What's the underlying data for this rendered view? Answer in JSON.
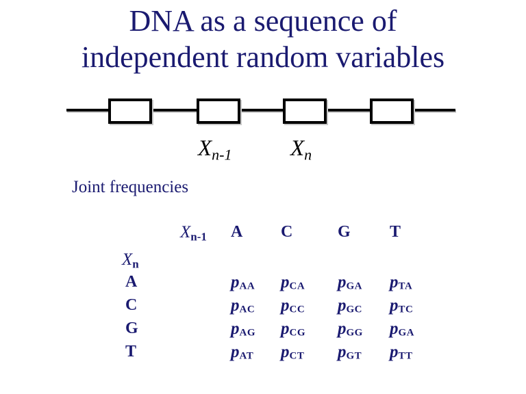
{
  "slide": {
    "title_line1": "DNA as a sequence of",
    "title_line2": "independent random variables",
    "section_heading": "Joint frequencies"
  },
  "diagram": {
    "label_prev": {
      "base": "X",
      "sub": "n-1"
    },
    "label_curr": {
      "base": "X",
      "sub": "n"
    }
  },
  "table": {
    "corner_col_label": {
      "base": "X",
      "sub": "n-1"
    },
    "corner_row_label": {
      "base": "X",
      "sub": "n"
    },
    "col_headers": [
      "A",
      "C",
      "G",
      "T"
    ],
    "row_headers": [
      "A",
      "C",
      "G",
      "T"
    ],
    "p_symbol": "p",
    "cells": [
      [
        "AA",
        "CA",
        "GA",
        "TA"
      ],
      [
        "AC",
        "CC",
        "GC",
        "TC"
      ],
      [
        "AG",
        "CG",
        "GG",
        "GA"
      ],
      [
        "AT",
        "CT",
        "GT",
        "TT"
      ]
    ]
  },
  "colors": {
    "text_navy": "#1A1A70",
    "diagram_black": "#000000",
    "box_fill": "#FFFFFF",
    "shadow_gray": "#C9C9C9"
  }
}
